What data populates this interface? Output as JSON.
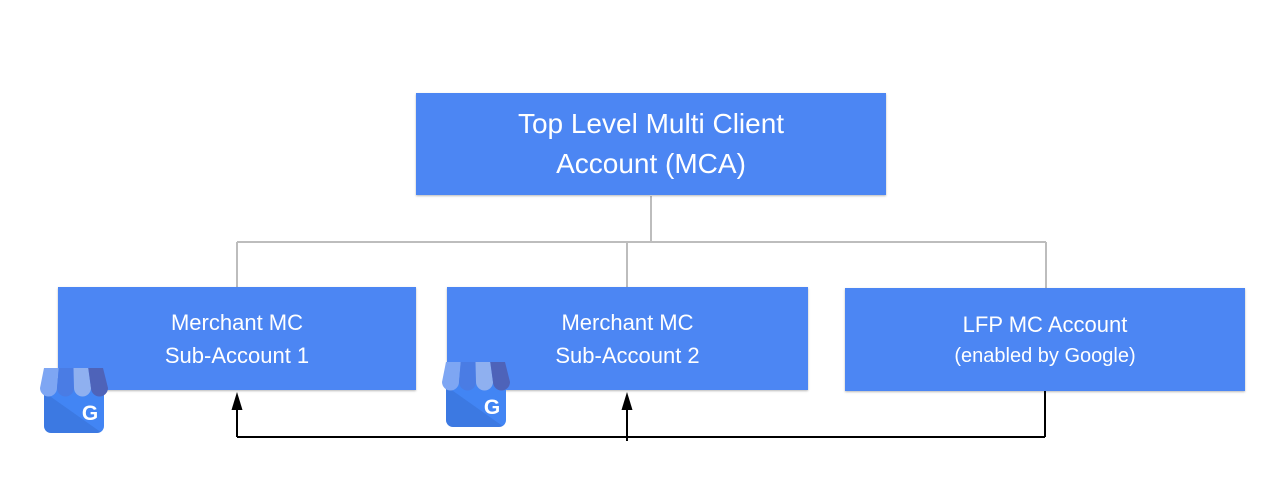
{
  "colors": {
    "node_fill": "#4c86f3",
    "node_text": "#ffffff",
    "tree_line": "#bdbdbd",
    "arrow_line": "#000000"
  },
  "nodes": {
    "root": {
      "line1": "Top Level Multi Client",
      "line2": "Account (MCA)"
    },
    "merchant1": {
      "line1": "Merchant MC",
      "line2": "Sub-Account 1"
    },
    "merchant2": {
      "line1": "Merchant MC",
      "line2": "Sub-Account 2"
    },
    "lfp": {
      "line1": "LFP MC Account",
      "line2": "(enabled by Google)"
    }
  },
  "icons": {
    "type": "google-my-business-icon",
    "letter": "G",
    "palette": {
      "body": "#4285f4",
      "stripe_light": "#7ea6f3",
      "stripe_blue": "#4a7ce4",
      "stripe_light2": "#8fb0f0",
      "stripe_indigo": "#4e63b9"
    }
  }
}
